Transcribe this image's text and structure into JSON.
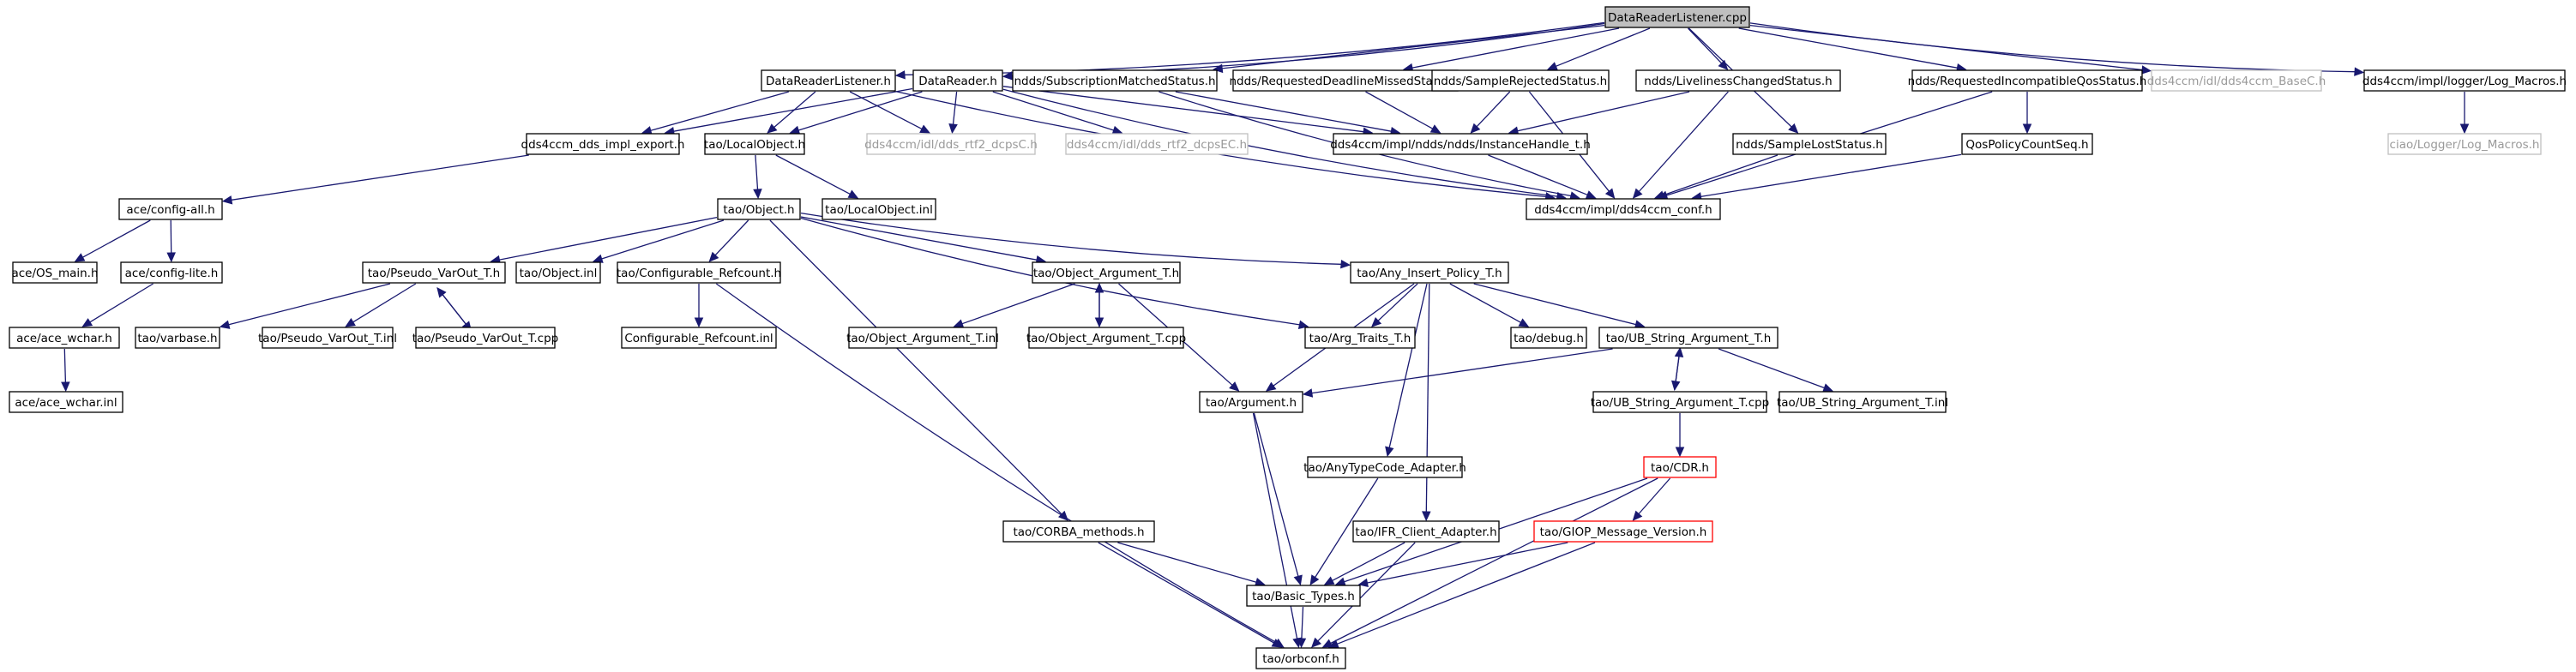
{
  "diagram": {
    "nodes": [
      {
        "id": "root",
        "label": "DataReaderListener.cpp",
        "style": "root"
      },
      {
        "id": "drl_h",
        "label": "DataReaderListener.h"
      },
      {
        "id": "dr_h",
        "label": "DataReader.h"
      },
      {
        "id": "subm",
        "label": "ndds/SubscriptionMatchedStatus.h"
      },
      {
        "id": "rdm",
        "label": "ndds/RequestedDeadlineMissedStatus.h"
      },
      {
        "id": "srej",
        "label": "ndds/SampleRejectedStatus.h"
      },
      {
        "id": "lcs",
        "label": "ndds/LivelinessChangedStatus.h"
      },
      {
        "id": "riq",
        "label": "ndds/RequestedIncompatibleQosStatus.h"
      },
      {
        "id": "basec",
        "label": "dds4ccm/idl/dds4ccm_BaseC.h",
        "style": "faded"
      },
      {
        "id": "logm",
        "label": "dds4ccm/impl/logger/Log_Macros.h"
      },
      {
        "id": "implexp",
        "label": "dds4ccm_dds_impl_export.h"
      },
      {
        "id": "locobj",
        "label": "tao/LocalObject.h"
      },
      {
        "id": "rtfc",
        "label": "dds4ccm/idl/dds_rtf2_dcpsC.h",
        "style": "faded"
      },
      {
        "id": "rtfec",
        "label": "dds4ccm/idl/dds_rtf2_dcpsEC.h",
        "style": "faded"
      },
      {
        "id": "insth",
        "label": "dds4ccm/impl/ndds/ndds/InstanceHandle_t.h"
      },
      {
        "id": "sls",
        "label": "ndds/SampleLostStatus.h"
      },
      {
        "id": "qpcs",
        "label": "QosPolicyCountSeq.h"
      },
      {
        "id": "ciaolog",
        "label": "ciao/Logger/Log_Macros.h",
        "style": "faded"
      },
      {
        "id": "cfgall",
        "label": "ace/config-all.h"
      },
      {
        "id": "locinl",
        "label": "tao/LocalObject.inl"
      },
      {
        "id": "conf",
        "label": "dds4ccm/impl/dds4ccm_conf.h"
      },
      {
        "id": "objh",
        "label": "tao/Object.h"
      },
      {
        "id": "osmain",
        "label": "ace/OS_main.h"
      },
      {
        "id": "cfglite",
        "label": "ace/config-lite.h"
      },
      {
        "id": "pvh",
        "label": "tao/Pseudo_VarOut_T.h"
      },
      {
        "id": "objinl",
        "label": "tao/Object.inl"
      },
      {
        "id": "cref",
        "label": "tao/Configurable_Refcount.h"
      },
      {
        "id": "oah",
        "label": "tao/Object_Argument_T.h"
      },
      {
        "id": "aiph",
        "label": "tao/Any_Insert_Policy_T.h"
      },
      {
        "id": "wch",
        "label": "ace/ace_wchar.h"
      },
      {
        "id": "varb",
        "label": "tao/varbase.h"
      },
      {
        "id": "pvinl",
        "label": "tao/Pseudo_VarOut_T.inl"
      },
      {
        "id": "pvcpp",
        "label": "tao/Pseudo_VarOut_T.cpp"
      },
      {
        "id": "crefinl",
        "label": "Configurable_Refcount.inl"
      },
      {
        "id": "oainl",
        "label": "tao/Object_Argument_T.inl"
      },
      {
        "id": "oacpp",
        "label": "tao/Object_Argument_T.cpp"
      },
      {
        "id": "argtr",
        "label": "tao/Arg_Traits_T.h"
      },
      {
        "id": "dbg",
        "label": "tao/debug.h"
      },
      {
        "id": "ubh",
        "label": "tao/UB_String_Argument_T.h"
      },
      {
        "id": "wcinl",
        "label": "ace/ace_wchar.inl"
      },
      {
        "id": "argh",
        "label": "tao/Argument.h"
      },
      {
        "id": "ubcpp",
        "label": "tao/UB_String_Argument_T.cpp"
      },
      {
        "id": "ubinl",
        "label": "tao/UB_String_Argument_T.inl"
      },
      {
        "id": "anytc",
        "label": "tao/AnyTypeCode_Adapter.h"
      },
      {
        "id": "cdr",
        "label": "tao/CDR.h",
        "style": "red"
      },
      {
        "id": "corm",
        "label": "tao/CORBA_methods.h"
      },
      {
        "id": "ifr",
        "label": "tao/IFR_Client_Adapter.h"
      },
      {
        "id": "giop",
        "label": "tao/GIOP_Message_Version.h",
        "style": "red"
      },
      {
        "id": "btypes",
        "label": "tao/Basic_Types.h"
      },
      {
        "id": "orbconf",
        "label": "tao/orbconf.h"
      }
    ],
    "edges": [
      [
        "root",
        "drl_h"
      ],
      [
        "root",
        "dr_h"
      ],
      [
        "root",
        "subm"
      ],
      [
        "root",
        "rdm"
      ],
      [
        "root",
        "srej"
      ],
      [
        "root",
        "lcs"
      ],
      [
        "root",
        "riq"
      ],
      [
        "root",
        "basec"
      ],
      [
        "root",
        "logm"
      ],
      [
        "root",
        "sls"
      ],
      [
        "drl_h",
        "implexp"
      ],
      [
        "drl_h",
        "locobj"
      ],
      [
        "drl_h",
        "rtfc"
      ],
      [
        "drl_h",
        "conf"
      ],
      [
        "dr_h",
        "implexp"
      ],
      [
        "dr_h",
        "locobj"
      ],
      [
        "dr_h",
        "rtfc"
      ],
      [
        "dr_h",
        "rtfec"
      ],
      [
        "dr_h",
        "insth"
      ],
      [
        "dr_h",
        "conf"
      ],
      [
        "subm",
        "insth"
      ],
      [
        "subm",
        "conf"
      ],
      [
        "rdm",
        "insth"
      ],
      [
        "srej",
        "insth"
      ],
      [
        "srej",
        "conf"
      ],
      [
        "lcs",
        "insth"
      ],
      [
        "lcs",
        "conf"
      ],
      [
        "riq",
        "qpcs"
      ],
      [
        "riq",
        "conf"
      ],
      [
        "logm",
        "ciaolog"
      ],
      [
        "insth",
        "conf"
      ],
      [
        "sls",
        "conf"
      ],
      [
        "qpcs",
        "conf"
      ],
      [
        "implexp",
        "cfgall"
      ],
      [
        "locobj",
        "objh"
      ],
      [
        "locobj",
        "locinl"
      ],
      [
        "cfgall",
        "osmain"
      ],
      [
        "cfgall",
        "cfglite"
      ],
      [
        "cfglite",
        "wch"
      ],
      [
        "wch",
        "wcinl"
      ],
      [
        "objh",
        "pvh"
      ],
      [
        "objh",
        "objinl"
      ],
      [
        "objh",
        "cref"
      ],
      [
        "objh",
        "oah"
      ],
      [
        "objh",
        "aiph"
      ],
      [
        "objh",
        "argtr"
      ],
      [
        "objh",
        "corm"
      ],
      [
        "pvh",
        "varb"
      ],
      [
        "pvh",
        "pvinl"
      ],
      [
        "pvh",
        "pvcpp"
      ],
      [
        "pvcpp",
        "pvh"
      ],
      [
        "cref",
        "crefinl"
      ],
      [
        "cref",
        "orbconf"
      ],
      [
        "oah",
        "oainl"
      ],
      [
        "oah",
        "oacpp"
      ],
      [
        "oacpp",
        "oah"
      ],
      [
        "oah",
        "argh"
      ],
      [
        "aiph",
        "argtr"
      ],
      [
        "aiph",
        "dbg"
      ],
      [
        "aiph",
        "ubh"
      ],
      [
        "aiph",
        "argh"
      ],
      [
        "aiph",
        "anytc"
      ],
      [
        "aiph",
        "ifr"
      ],
      [
        "ubh",
        "argh"
      ],
      [
        "ubh",
        "ubcpp"
      ],
      [
        "ubcpp",
        "ubh"
      ],
      [
        "ubh",
        "ubinl"
      ],
      [
        "ubcpp",
        "cdr"
      ],
      [
        "argh",
        "btypes"
      ],
      [
        "argh",
        "orbconf"
      ],
      [
        "anytc",
        "btypes"
      ],
      [
        "cdr",
        "btypes"
      ],
      [
        "cdr",
        "giop"
      ],
      [
        "cdr",
        "orbconf"
      ],
      [
        "giop",
        "btypes"
      ],
      [
        "giop",
        "orbconf"
      ],
      [
        "corm",
        "btypes"
      ],
      [
        "corm",
        "orbconf"
      ],
      [
        "ifr",
        "btypes"
      ],
      [
        "ifr",
        "orbconf"
      ],
      [
        "btypes",
        "orbconf"
      ]
    ],
    "colors": {
      "edge": "#191970",
      "root_fill": "#bfbfbf",
      "missing_border": "#bfbfbf",
      "truncated_border": "#ff0000"
    }
  }
}
